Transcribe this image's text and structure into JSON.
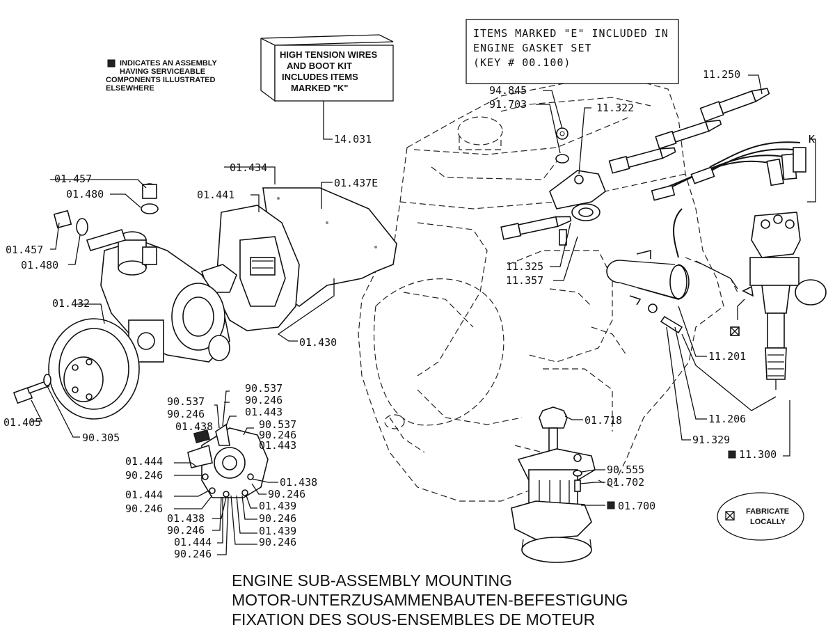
{
  "notes": {
    "legend_assembly": [
      "INDICATES AN ASSEMBLY",
      "HAVING SERVICEABLE",
      "COMPONENTS ILLUSTRATED",
      "ELSEWHERE"
    ],
    "high_tension_box": [
      "HIGH TENSION WIRES",
      "AND BOOT KIT",
      "INCLUDES ITEMS",
      "MARKED \"K\""
    ],
    "gasket_note": [
      "ITEMS MARKED \"E\" INCLUDED IN",
      "ENGINE GASKET SET",
      "(KEY # 00.100)"
    ],
    "fabricate": [
      "FABRICATE",
      "LOCALLY"
    ]
  },
  "labels": {
    "l_14031": "14.031",
    "l_94845": "94.845",
    "l_91703": "91.703",
    "l_11322": "11.322",
    "l_11250": "11.250",
    "l_K": "K",
    "l_01434": "01.434",
    "l_01437E": "01.437E",
    "l_01441": "01.441",
    "l_01457a": "01.457",
    "l_01480a": "01.480",
    "l_01457b": "01.457",
    "l_01480b": "01.480",
    "l_01432": "01.432",
    "l_01430": "01.430",
    "l_11325": "11.325",
    "l_11357": "11.357",
    "l_11201": "11.201",
    "l_11206": "11.206",
    "l_91329": "91.329",
    "l_11300": "11.300",
    "l_01405": "01.405",
    "l_90305": "90.305",
    "l_01718": "01.718",
    "l_90555": "90.555",
    "l_01702": "01.702",
    "l_01700": "01.700",
    "p_90537a": "90.537",
    "p_90246a": "90.246",
    "p_90537b": "90.537",
    "p_90246b": "90.246",
    "p_01443a": "01.443",
    "p_01438a": "01.438",
    "p_90537c": "90.537",
    "p_90246c": "90.246",
    "p_01443b": "01.443",
    "p_01444a": "01.444",
    "p_90246d": "90.246",
    "p_01444b": "01.444",
    "p_90246e": "90.246",
    "p_01438b": "01.438",
    "p_90246f": "90.246",
    "p_01439a": "01.439",
    "p_90246g": "90.246",
    "p_01438c": "01.438",
    "p_90246h": "90.246",
    "p_01444c": "01.444",
    "p_90246i": "90.246",
    "p_01439b": "01.439",
    "p_90246j": "90.246"
  },
  "title": {
    "line1": "ENGINE SUB-ASSEMBLY MOUNTING",
    "line2": "MOTOR-UNTERZUSAMMENBAUTEN-BEFESTIGUNG",
    "line3": "FIXATION DES SOUS-ENSEMBLES DE MOTEUR"
  }
}
